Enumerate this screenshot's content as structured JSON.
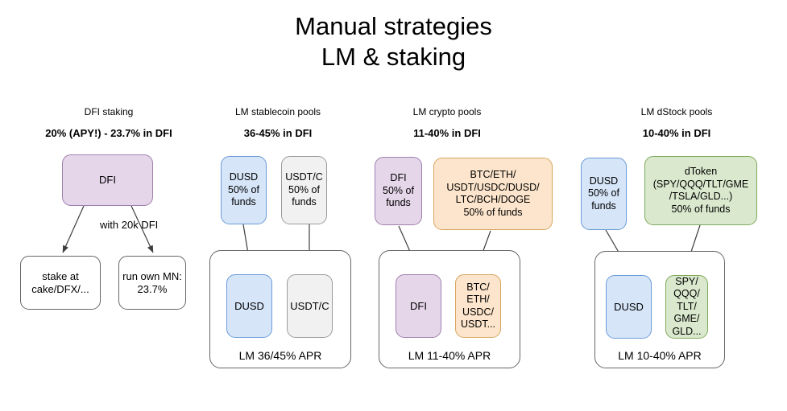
{
  "title": "Manual strategies\nLM & staking",
  "colors": {
    "purple_fill": "#e6d6ea",
    "purple_stroke": "#9f7fae",
    "blue_fill": "#d6e5f8",
    "blue_stroke": "#6a9bd8",
    "gray_fill": "#f1f1f1",
    "gray_stroke": "#9a9a9a",
    "orange_fill": "#fce5cc",
    "orange_stroke": "#d6a55e",
    "green_fill": "#dae9ce",
    "green_stroke": "#7fa85a",
    "white_fill": "#ffffff",
    "outline": "#666666"
  },
  "columns": [
    {
      "id": "dfi-staking",
      "header": "DFI staking",
      "subheader": "20% (APY!) - 23.7% in DFI",
      "source": {
        "label": "DFI"
      },
      "edge_label": "with 20k DFI",
      "targets": [
        {
          "label": "stake at\ncake/DFX/..."
        },
        {
          "label": "run own MN:\n23.7%"
        }
      ]
    },
    {
      "id": "lm-stablecoin-pools",
      "header": "LM stablecoin pools",
      "subheader": "36-45% in DFI",
      "inputs": [
        {
          "label": "DUSD\n50% of\nfunds"
        },
        {
          "label": "USDT/C\n50% of\nfunds"
        }
      ],
      "pool": {
        "label": "LM 36/45% APR",
        "tokens": [
          {
            "label": "DUSD"
          },
          {
            "label": "USDT/C"
          }
        ]
      }
    },
    {
      "id": "lm-crypto-pools",
      "header": "LM crypto pools",
      "subheader": "11-40% in DFI",
      "inputs": [
        {
          "label": "DFI\n50% of\nfunds"
        },
        {
          "label": "BTC/ETH/\nUSDT/USDC/DUSD/\nLTC/BCH/DOGE\n50% of funds"
        }
      ],
      "pool": {
        "label": "LM 11-40% APR",
        "tokens": [
          {
            "label": "DFI"
          },
          {
            "label": "BTC/\nETH/\nUSDC/\nUSDT..."
          }
        ]
      }
    },
    {
      "id": "lm-dstock-pools",
      "header": "LM dStock pools",
      "subheader": "10-40% in DFI",
      "inputs": [
        {
          "label": "DUSD\n50% of\nfunds"
        },
        {
          "label": "dToken\n(SPY/QQQ/TLT/GME\n/TSLA/GLD...)\n50% of funds"
        }
      ],
      "pool": {
        "label": "LM 10-40% APR",
        "tokens": [
          {
            "label": "DUSD"
          },
          {
            "label": "SPY/\nQQQ/\nTLT/\nGME/\nGLD..."
          }
        ]
      }
    }
  ]
}
